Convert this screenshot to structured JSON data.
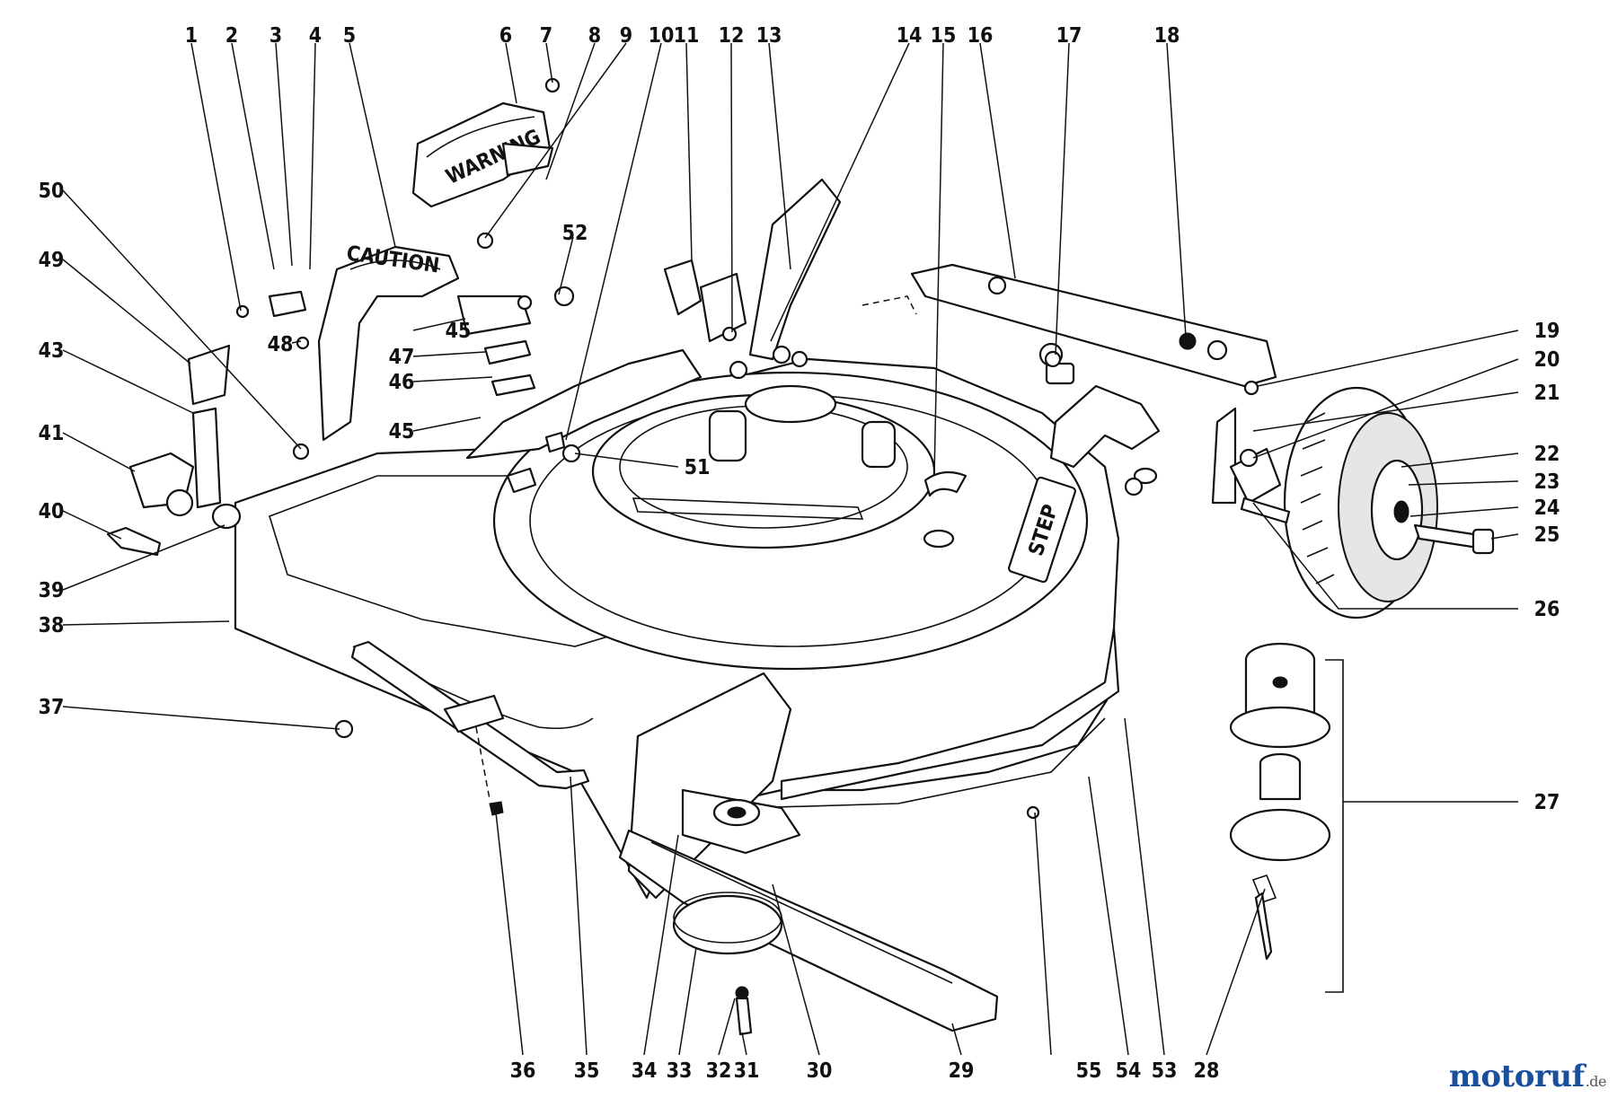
{
  "diagram": {
    "part_labels": [
      "1",
      "2",
      "3",
      "4",
      "5",
      "6",
      "7",
      "8",
      "9",
      "10",
      "11",
      "12",
      "13",
      "14",
      "15",
      "16",
      "17",
      "18",
      "19",
      "20",
      "21",
      "22",
      "23",
      "24",
      "25",
      "26",
      "27",
      "28",
      "29",
      "30",
      "31",
      "32",
      "33",
      "34",
      "35",
      "36",
      "37",
      "38",
      "39",
      "40",
      "41",
      "43",
      "45",
      "45",
      "46",
      "47",
      "48",
      "49",
      "50",
      "51",
      "52",
      "53",
      "54",
      "55"
    ],
    "deck_logo": "STEP",
    "caution_plate_text": "CAUTION",
    "warning_plate_text": "WARNING"
  },
  "watermark": {
    "brand_main": "motoruf",
    "brand_tld": ".de"
  }
}
